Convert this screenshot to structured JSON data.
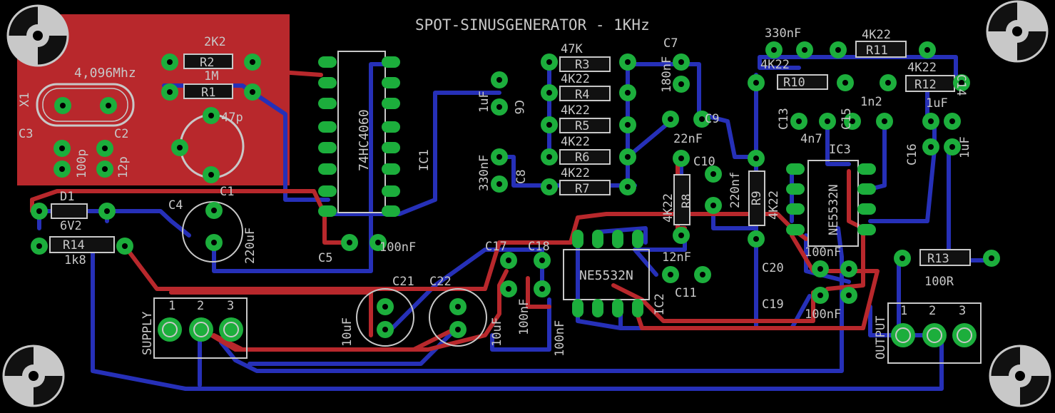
{
  "board": {
    "title": "SPOT-SINUSGENERATOR - 1KHz",
    "colors": {
      "background": "#000000",
      "top_copper": "#b8282c",
      "bottom_copper": "#2630b8",
      "pads": "#1cae3c",
      "silkscreen": "#c8c8c8",
      "copper_pour": "#b8282c"
    }
  },
  "labels": {
    "crystal_freq": "4,096Mhz",
    "x1": "X1",
    "r2_value": "2K2",
    "r2": "R2",
    "r1_value": "1M",
    "r1": "R1",
    "c1_value": "47p",
    "c1": "C1",
    "c3": "C3",
    "c3_value": "100p",
    "c2": "C2",
    "c2_value": "12p",
    "ic1_part": "74HC4060",
    "ic1": "IC1",
    "c6_value": "1uF",
    "c6": "C6",
    "c8_value": "330nF",
    "c8": "C8",
    "r3_value": "47K",
    "r3": "R3",
    "r4_value": "4K22",
    "r4": "R4",
    "r5_value": "4K22",
    "r5": "R5",
    "r6_value": "4K22",
    "r6": "R6",
    "r7_value": "4K22",
    "r7": "R7",
    "c7": "C7",
    "c7_value": "180nF",
    "c9_value": "22nF",
    "c9": "C9",
    "c10": "C10",
    "c10_value": "220nf",
    "r8": "R8",
    "r8_value": "4K22",
    "r9": "R9",
    "r9_value": "4K22",
    "c12_value": "330nF",
    "r11_value": "4K22",
    "r11": "R11",
    "r10_value": "4K22",
    "r10": "R10",
    "r12_value": "4K22",
    "r12": "R12",
    "c14": "C14",
    "c13": "C13",
    "c13_value": "4n7",
    "c15": "C15",
    "c15_value": "1n2",
    "c16": "C16",
    "c16_value": "1uF",
    "c14_value": "1uF",
    "ic3": "IC3",
    "ic3_part": "NE5532N",
    "d1": "D1",
    "d1_value": "6V2",
    "r14": "R14",
    "r14_value": "1k8",
    "c4": "C4",
    "c4_value": "220uF",
    "c5": "C5",
    "c5_value": "100nF",
    "c17": "C17",
    "c18": "C18",
    "ic2_part": "NE5532N",
    "ic2": "IC2",
    "c11_value": "12nF",
    "c11": "C11",
    "c21": "C21",
    "c21_value": "10uF",
    "c22": "C22",
    "c22_value": "10uF",
    "c17_value": "100nF",
    "c18_value": "100nF",
    "c20": "C20",
    "c19": "C19",
    "c20_value": "100nF",
    "c19_value": "100nF",
    "r13": "R13",
    "r13_value": "100R",
    "supply": "SUPPLY",
    "output": "OUTPUT",
    "pin1": "1",
    "pin2": "2",
    "pin3": "3"
  }
}
